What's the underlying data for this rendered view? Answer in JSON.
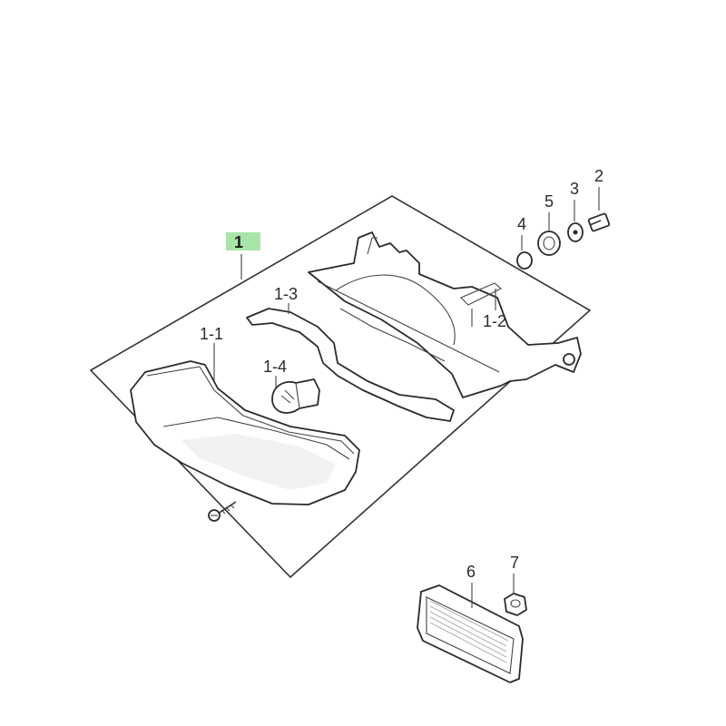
{
  "callouts": {
    "c1": "1",
    "c1_1": "1-1",
    "c1_2": "1-2",
    "c1_3": "1-3",
    "c1_4": "1-4",
    "c2": "2",
    "c3": "3",
    "c4": "4",
    "c5": "5",
    "c6": "6",
    "c7": "7"
  },
  "colors": {
    "highlight": "#a8e6a8",
    "line": "#2b2b2b"
  }
}
